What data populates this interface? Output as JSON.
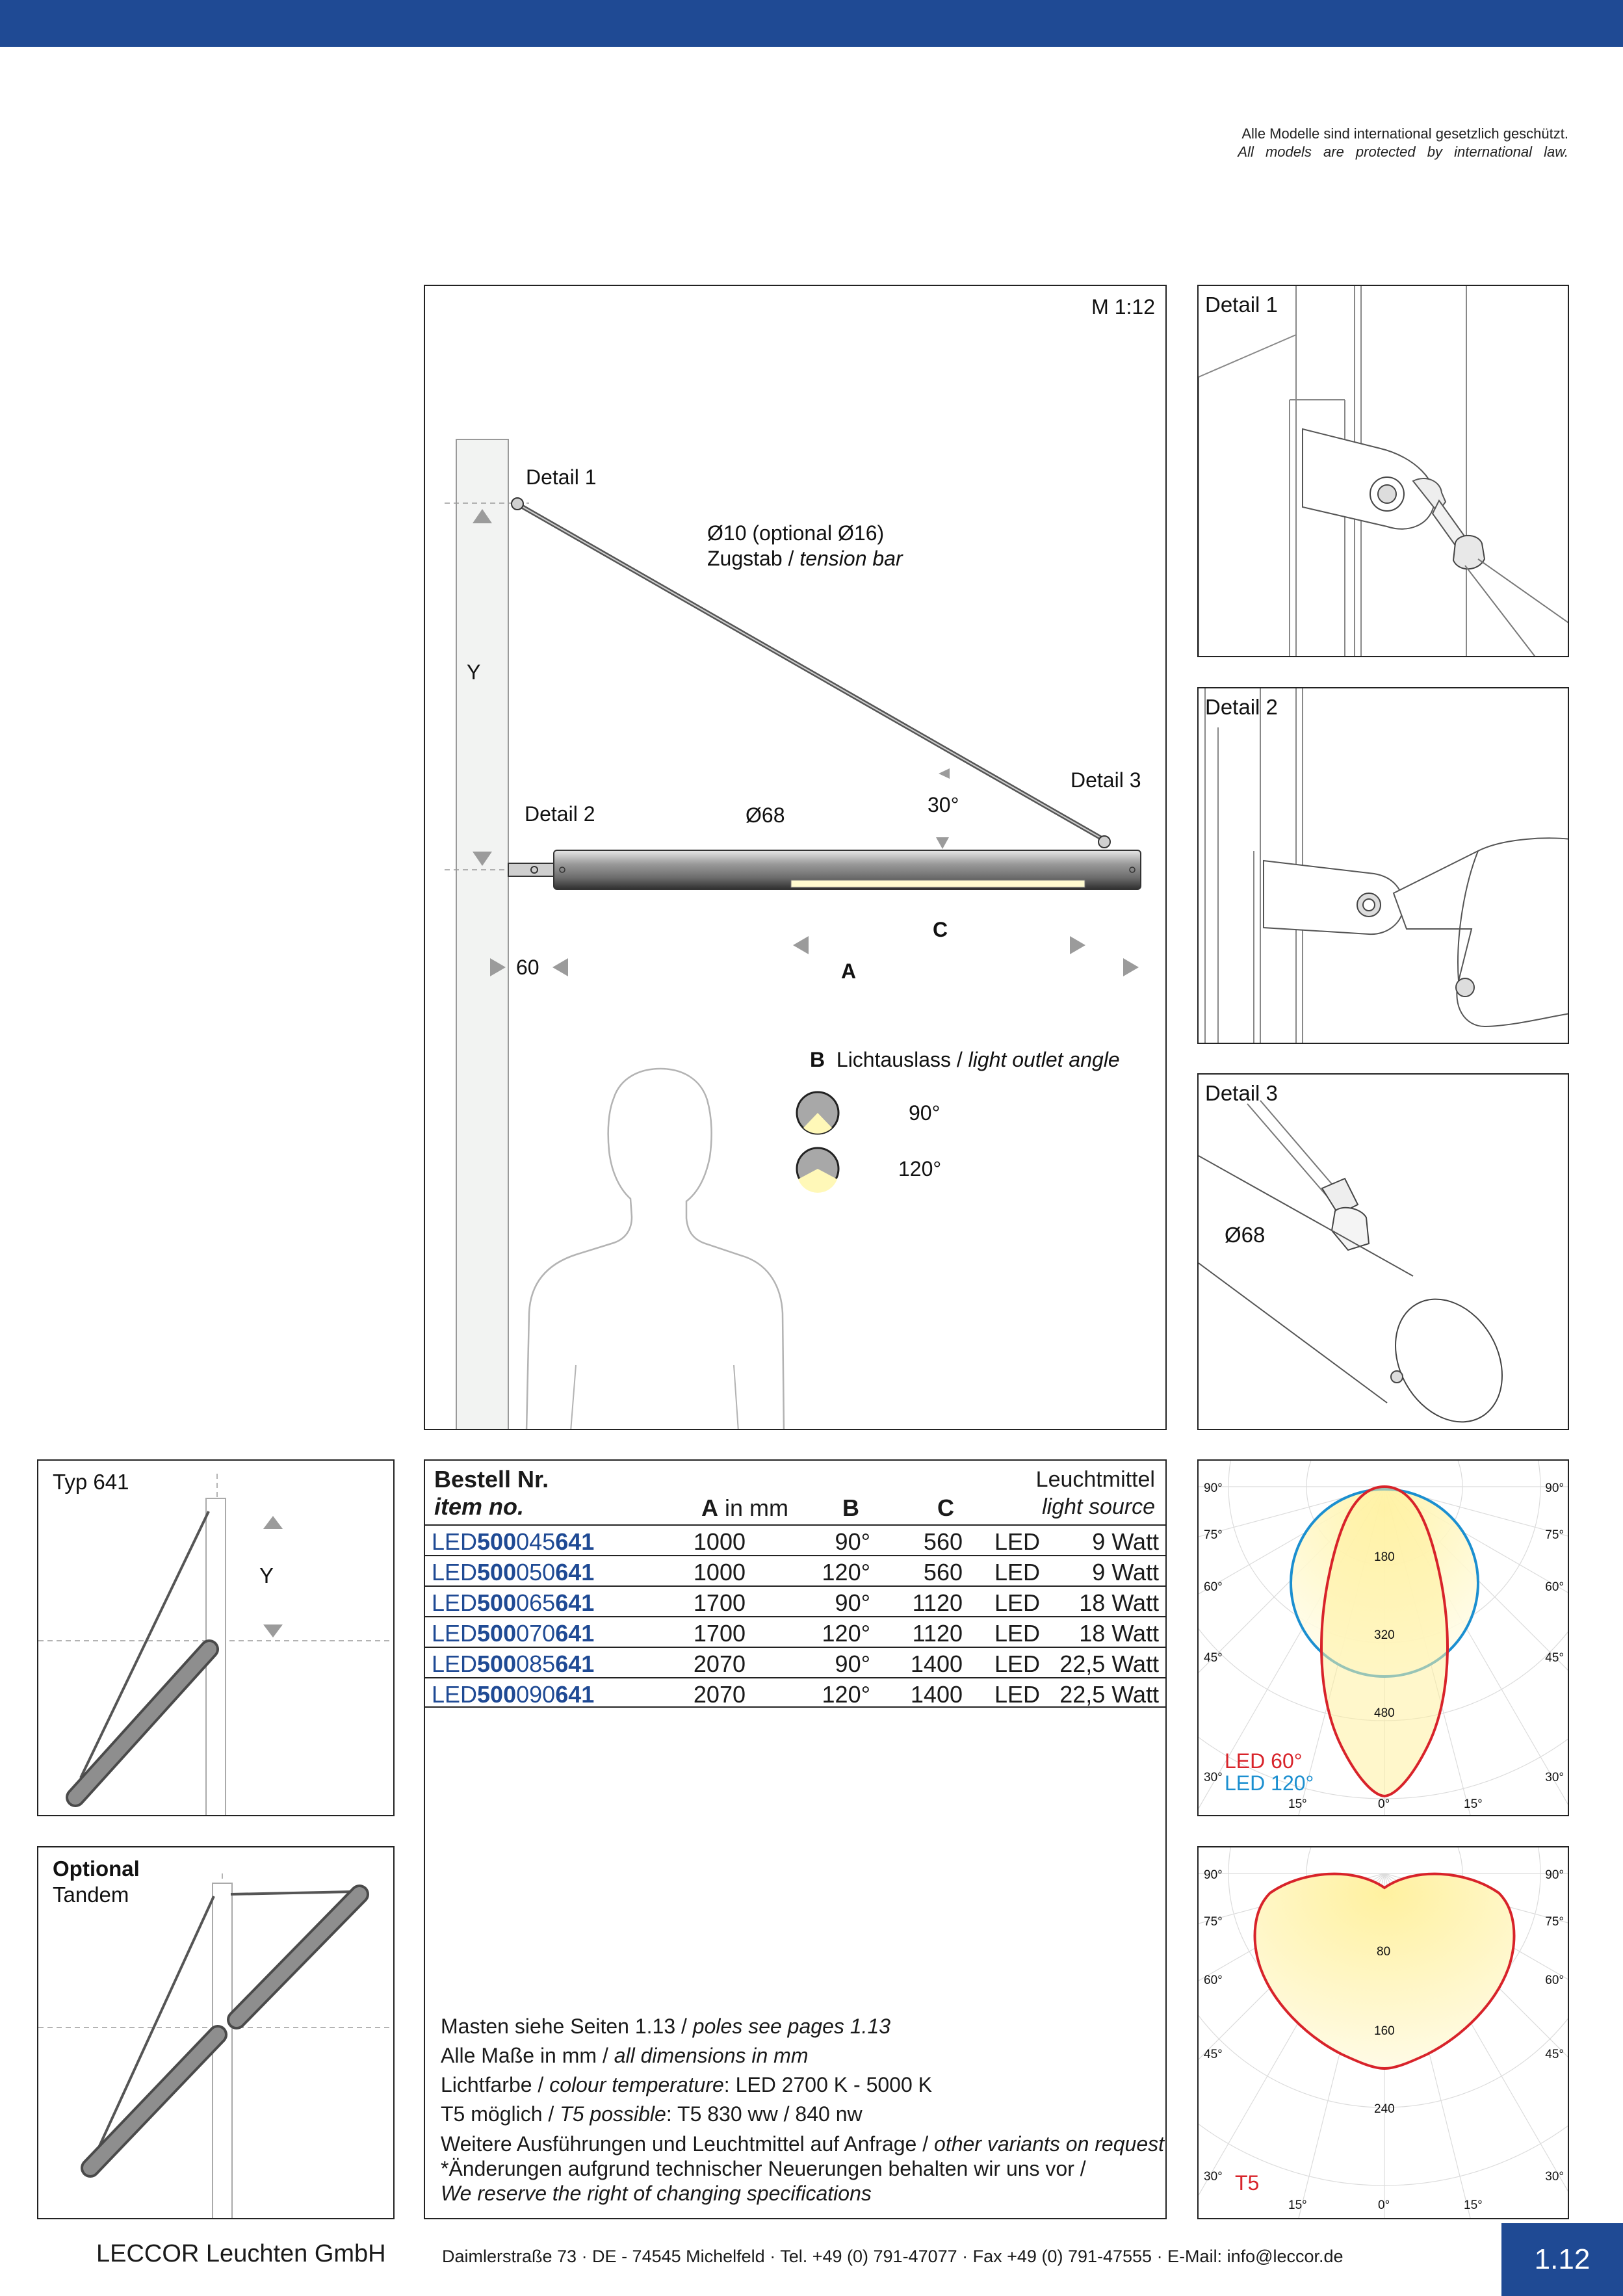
{
  "legal": {
    "de": "Alle Modelle sind international gesetzlich geschützt.",
    "en": "All models are protected by international law."
  },
  "drawing": {
    "scale": "M 1:12",
    "detail1": "Detail 1",
    "detail2": "Detail 2",
    "detail3": "Detail 3",
    "bar_dia": "Ø10 (optional Ø16)",
    "bar_de": "Zugstab / ",
    "bar_en": "tension bar",
    "y": "Y",
    "tube_dia": "Ø68",
    "angle": "30°",
    "dim_c": "C",
    "dim_a": "A",
    "dim_60": "60",
    "outlet_b": "B",
    "outlet_de": "Lichtauslass / ",
    "outlet_en": "light outlet angle",
    "outlet_90": "90°",
    "outlet_120": "120°"
  },
  "details": {
    "d1": "Detail 1",
    "d2": "Detail 2",
    "d3": "Detail 3",
    "d3_dia": "Ø68"
  },
  "types": {
    "typ": "Typ 641",
    "typ_y": "Y",
    "optional": "Optional",
    "tandem": "Tandem"
  },
  "table": {
    "title_de": "Bestell Nr.",
    "title_en": "item no.",
    "col_a": "A",
    "col_a_unit": " in mm",
    "col_b": "B",
    "col_c": "C",
    "src_de": "Leuchtmittel",
    "src_en": "light source",
    "rows": [
      {
        "p1": "LED",
        "p2": "500",
        "p3": "045",
        "p4": "641",
        "a": "1000",
        "b": "90°",
        "c": "560",
        "lamp": "LED",
        "watt": "9 Watt"
      },
      {
        "p1": "LED",
        "p2": "500",
        "p3": "050",
        "p4": "641",
        "a": "1000",
        "b": "120°",
        "c": "560",
        "lamp": "LED",
        "watt": "9 Watt"
      },
      {
        "p1": "LED",
        "p2": "500",
        "p3": "065",
        "p4": "641",
        "a": "1700",
        "b": "90°",
        "c": "1120",
        "lamp": "LED",
        "watt": "18 Watt"
      },
      {
        "p1": "LED",
        "p2": "500",
        "p3": "070",
        "p4": "641",
        "a": "1700",
        "b": "120°",
        "c": "1120",
        "lamp": "LED",
        "watt": "18 Watt"
      },
      {
        "p1": "LED",
        "p2": "500",
        "p3": "085",
        "p4": "641",
        "a": "2070",
        "b": "90°",
        "c": "1400",
        "lamp": "LED",
        "watt": "22,5 Watt"
      },
      {
        "p1": "LED",
        "p2": "500",
        "p3": "090",
        "p4": "641",
        "a": "2070",
        "b": "120°",
        "c": "1400",
        "lamp": "LED",
        "watt": "22,5 Watt"
      }
    ],
    "notes": [
      {
        "de": "Masten siehe Seiten 1.13 / ",
        "en": "poles see pages 1.13",
        "tail": ""
      },
      {
        "de": "Alle Maße in mm / ",
        "en": "all dimensions in mm",
        "tail": ""
      },
      {
        "de": "Lichtfarbe / ",
        "en": "colour temperature",
        "tail": ":  LED  2700 K - 5000 K"
      },
      {
        "de": "T5 möglich / ",
        "en": "T5 possible",
        "tail": ":  T5  830 ww / 840 nw"
      },
      {
        "de": "Weitere Ausführungen und Leuchtmittel auf Anfrage / ",
        "en": "other variants on request",
        "tail": ""
      },
      {
        "de": "*Änderungen aufgrund technischer Neuerungen behalten wir uns vor /",
        "en": "",
        "tail": ""
      },
      {
        "de": "",
        "en": "We reserve the right of changing specifications",
        "tail": ""
      }
    ]
  },
  "polar_led": {
    "angles_left": [
      "90°",
      "75°",
      "60°",
      "45°",
      "30°"
    ],
    "angles_right": [
      "90°",
      "75°",
      "60°",
      "45°",
      "30°"
    ],
    "bottom": [
      "15°",
      "0°",
      "15°"
    ],
    "rings": [
      "180",
      "320",
      "480"
    ],
    "legend_red": "LED 60°",
    "legend_blue": "LED 120°",
    "color_red": "#d8232a",
    "color_blue": "#1b8fd0"
  },
  "polar_t5": {
    "angles_left": [
      "90°",
      "75°",
      "60°",
      "45°",
      "30°"
    ],
    "angles_right": [
      "90°",
      "75°",
      "60°",
      "45°",
      "30°"
    ],
    "bottom": [
      "15°",
      "0°",
      "15°"
    ],
    "rings": [
      "80",
      "160",
      "240"
    ],
    "legend": "T5"
  },
  "footer": {
    "company": "LECCOR   Leuchten GmbH",
    "address": "Daimlerstraße 73   ·   DE - 74545   Michelfeld   ·   Tel.  +49 (0) 791-47077   ·   Fax  +49 (0) 791-47555   ·   E-Mail:  info@leccor.de",
    "page": "1.12"
  }
}
